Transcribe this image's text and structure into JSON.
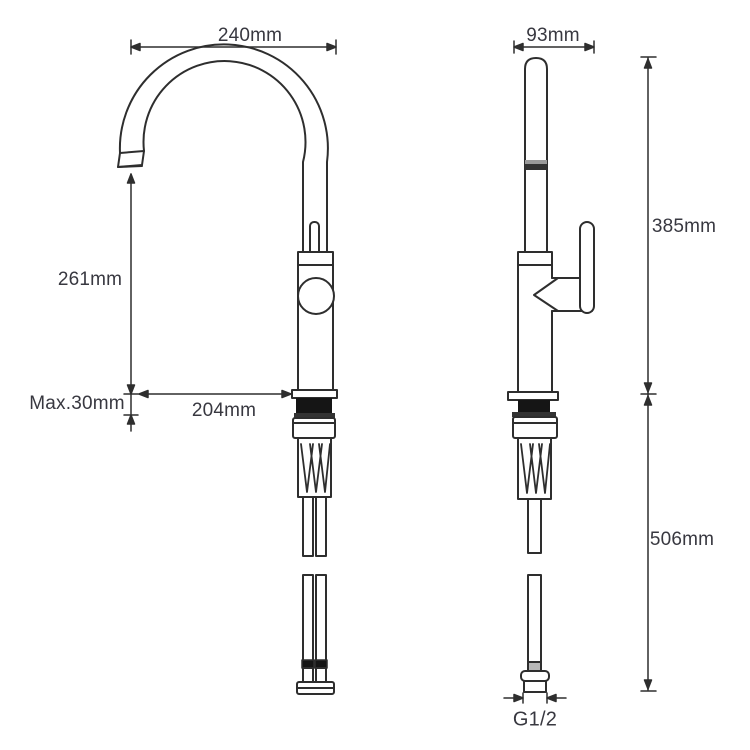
{
  "page": {
    "type": "technical-dimension-drawing",
    "subject": "kitchen faucet (tap) front and side elevation with installation dimensions",
    "background": "#ffffff"
  },
  "colors": {
    "line": "#2e2e2e",
    "text": "#383840",
    "gasket": "#151515",
    "dark_band": "#333333",
    "light_band": "#b8b8b8",
    "aerator_band": "#9a9a9a"
  },
  "labels": {
    "spout_reach": "240mm",
    "side_depth": "93mm",
    "spout_height": "261mm",
    "max_deck_thickness": "Max.30mm",
    "base_to_tip": "204mm",
    "height_above_deck": "385mm",
    "length_below_deck": "506mm",
    "thread_size": "G1/2"
  }
}
